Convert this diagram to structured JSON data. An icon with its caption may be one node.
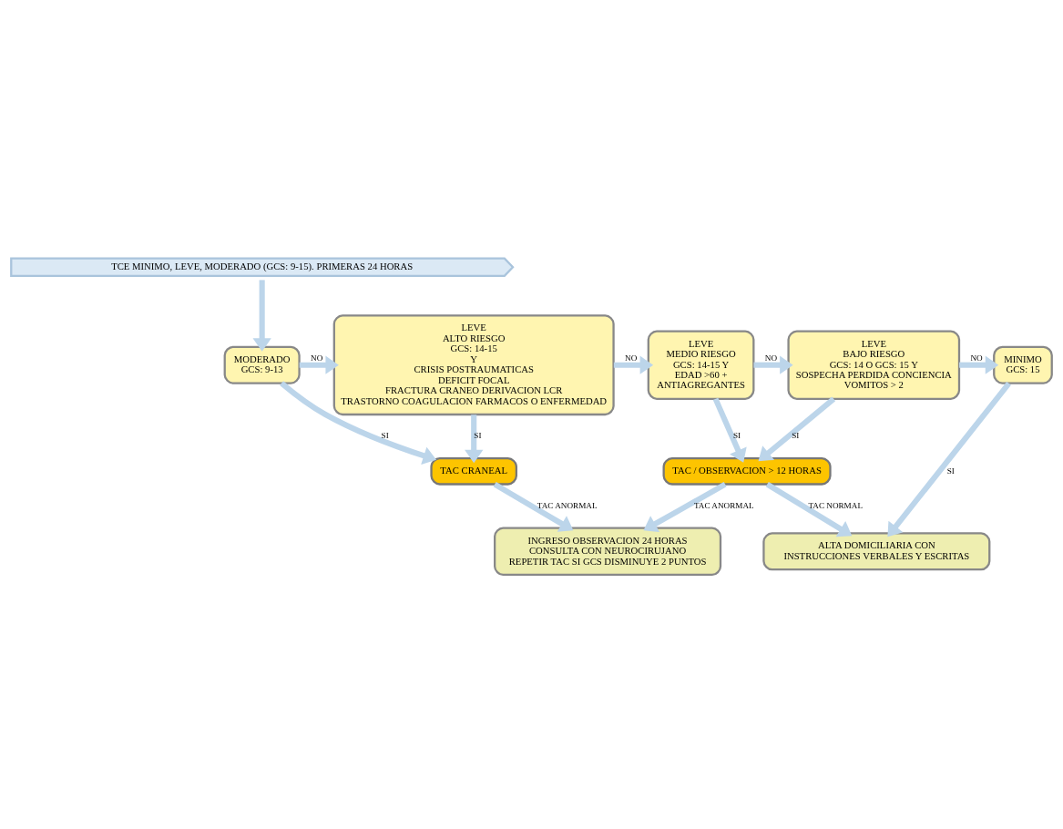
{
  "diagram": {
    "nodes": [
      {
        "text": [
          "TCE MINIMO, LEVE, MODERADO (GCS: 9-15). PRIMERAS 24 HORAS"
        ]
      },
      {
        "text": [
          "MODERADO",
          "GCS: 9-13"
        ]
      },
      {
        "text": [
          "LEVE",
          "ALTO RIESGO",
          "GCS: 14-15",
          "Y",
          "CRISIS POSTRAUMATICAS",
          "DEFICIT FOCAL",
          "FRACTURA CRANEO DERIVACION LCR",
          "TRASTORNO COAGULACION FARMACOS O ENFERMEDAD"
        ]
      },
      {
        "text": [
          "LEVE",
          "MEDIO RIESGO",
          "GCS: 14-15 Y",
          "EDAD >60 +",
          "ANTIAGREGANTES"
        ]
      },
      {
        "text": [
          "LEVE",
          "BAJO RIESGO",
          "GCS: 14 O GCS: 15 Y",
          "SOSPECHA PERDIDA CONCIENCIA",
          "VOMITOS > 2"
        ]
      },
      {
        "text": [
          "MINIMO",
          "GCS: 15"
        ]
      },
      {
        "text": [
          "TAC CRANEAL"
        ]
      },
      {
        "text": [
          "TAC / OBSERVACION > 12 HORAS"
        ]
      },
      {
        "text": [
          "INGRESO OBSERVACION 24 HORAS",
          "CONSULTA CON NEUROCIRUJANO",
          "REPETIR TAC SI GCS DISMINUYE 2 PUNTOS"
        ]
      },
      {
        "text": [
          "ALTA DOMICILIARIA CON",
          "INSTRUCCIONES VERBALES Y ESCRITAS"
        ]
      }
    ],
    "edges": [
      {
        "from": 0,
        "to": 1,
        "arrow": "to"
      },
      {
        "from": 1,
        "to": 2,
        "arrow": "to",
        "label": "NO"
      },
      {
        "from": 2,
        "to": 3,
        "arrow": "to",
        "label": "NO"
      },
      {
        "from": 3,
        "to": 4,
        "arrow": "to",
        "label": "NO"
      },
      {
        "from": 4,
        "to": 5,
        "arrow": "to",
        "label": "NO"
      },
      {
        "from": 1,
        "to": 6,
        "arrow": "to",
        "label": "SI"
      },
      {
        "from": 2,
        "to": 6,
        "arrow": "to",
        "label": "SI"
      },
      {
        "from": 3,
        "to": 7,
        "arrow": "to",
        "label": "SI"
      },
      {
        "from": 4,
        "to": 7,
        "arrow": "to",
        "label": "SI"
      },
      {
        "from": 6,
        "to": 8,
        "arrow": "to",
        "label": "TAC ANORMAL"
      },
      {
        "from": 7,
        "to": 8,
        "arrow": "to",
        "label": "TAC ANORMAL"
      },
      {
        "from": 7,
        "to": 9,
        "arrow": "to",
        "label": "TAC NORMAL"
      },
      {
        "from": 5,
        "to": 9,
        "arrow": "to",
        "label": "SI"
      }
    ]
  }
}
